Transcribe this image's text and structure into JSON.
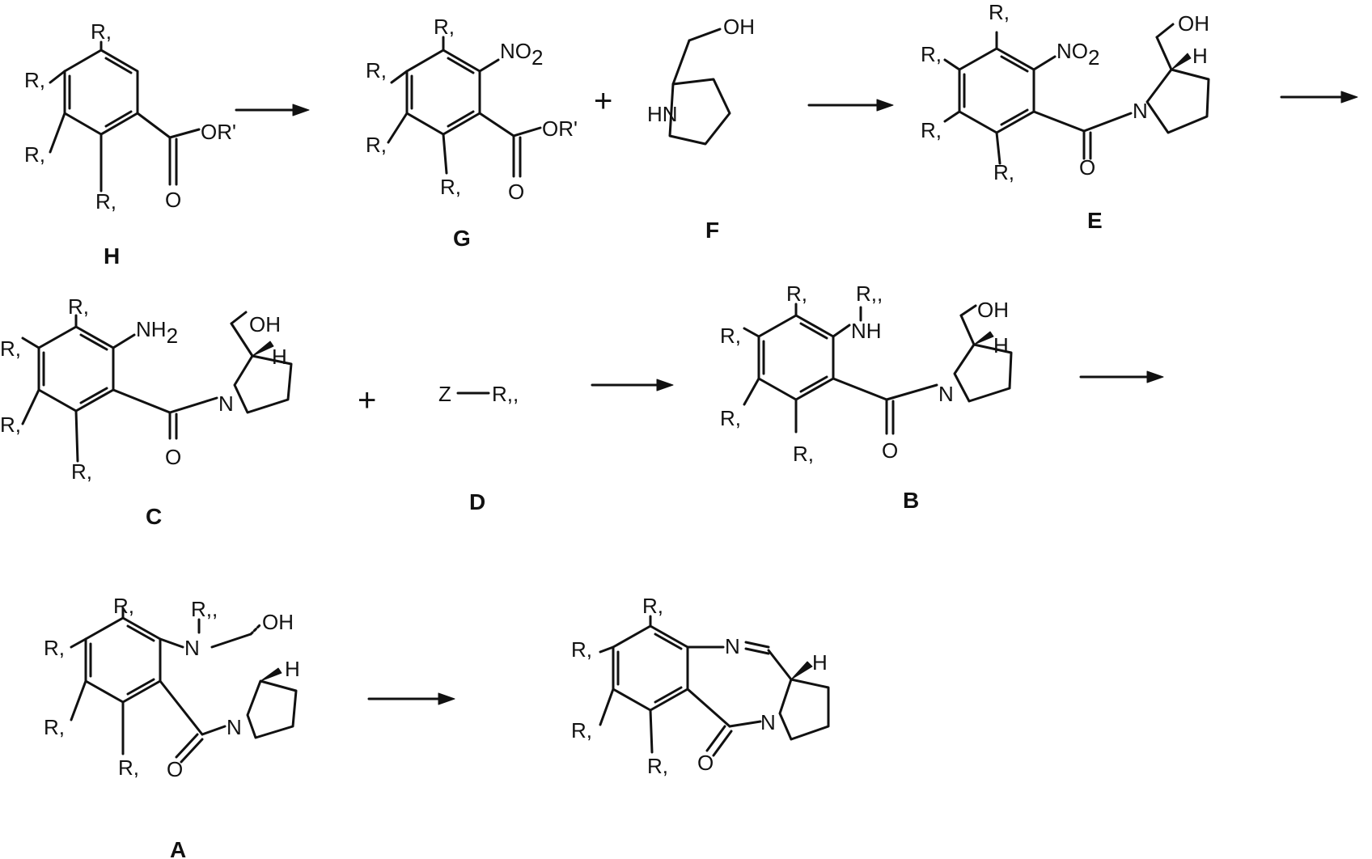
{
  "compounds": [
    {
      "label": "H",
      "atoms": {
        "r9": "R,",
        "r8": "R,",
        "r7": "R,",
        "r6": "R,",
        "ester": "OR'",
        "o": "O"
      }
    },
    {
      "label": "G",
      "atoms": {
        "r9": "R,",
        "r8": "R,",
        "r7": "R,",
        "r6": "R,",
        "nitro": "NO",
        "nitro_sub": "2",
        "ester": "OR'",
        "o": "O"
      }
    },
    {
      "label": "F",
      "atoms": {
        "hn": "HN",
        "oh": "OH"
      }
    },
    {
      "label": "E",
      "atoms": {
        "r9": "R,",
        "r8": "R,",
        "r7": "R,",
        "r6": "R,",
        "nitro": "NO",
        "nitro_sub": "2",
        "n": "N",
        "oh": "OH",
        "h": "H",
        "o": "O"
      }
    },
    {
      "label": "C",
      "atoms": {
        "r9": "R,",
        "r8": "R,",
        "r7": "R,",
        "r6": "R,",
        "nh2": "NH",
        "nh2_sub": "2",
        "n": "N",
        "oh": "OH",
        "h": "H",
        "o": "O"
      }
    },
    {
      "label": "D",
      "atoms": {
        "z": "Z",
        "r10": "R,,"
      }
    },
    {
      "label": "B",
      "atoms": {
        "r9": "R,",
        "r8": "R,",
        "r7": "R,",
        "r6": "R,",
        "r10": "R,,",
        "nh": "NH",
        "n": "N",
        "oh": "OH",
        "h": "H",
        "o": "O"
      }
    },
    {
      "label": "A",
      "atoms": {
        "r9": "R,",
        "r8": "R,",
        "r7": "R,",
        "r6": "R,",
        "r10": "R,,",
        "n_amine": "N",
        "oh": "OH",
        "n": "N",
        "h": "H",
        "o": "O"
      }
    },
    {
      "label": "",
      "atoms": {
        "r9": "R,",
        "r8": "R,",
        "r7": "R,",
        "r6": "R,",
        "n_imine": "N",
        "n": "N",
        "h": "H",
        "o": "O"
      }
    }
  ],
  "operators": {
    "plus": "+"
  }
}
